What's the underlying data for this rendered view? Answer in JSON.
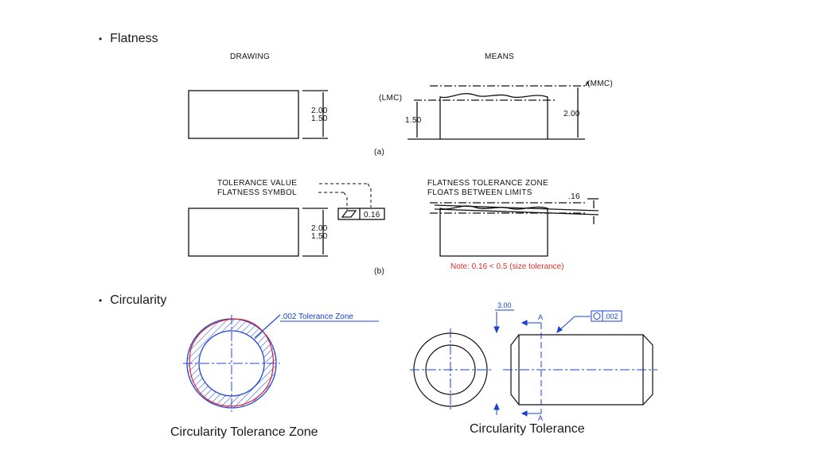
{
  "slide": {
    "bullets": [
      {
        "text": "Flatness"
      },
      {
        "text": "Circularity"
      }
    ],
    "flatness_figure": {
      "drawing_header": "DRAWING",
      "means_header": "MEANS",
      "a": {
        "dim_upper": "2.00",
        "dim_lower": "1.50",
        "mmc_label": "(MMC)",
        "lmc_label": "(LMC)",
        "lmc_value": "1.50",
        "mmc_value": "2.00",
        "part_label": "(a)"
      },
      "b": {
        "tolerance_value_label": "TOLERANCE VALUE",
        "flatness_symbol_label": "FLATNESS SYMBOL",
        "frame_value": "0.16",
        "dim_upper": "2.00",
        "dim_lower": "1.50",
        "zone_line1": "FLATNESS TOLERANCE ZONE",
        "zone_line2": "FLOATS BETWEEN LIMITS",
        "zone_value": ".16",
        "note": "Note: 0.16 < 0.5 (size tolerance)",
        "part_label": "(b)"
      },
      "note_color": "#e0302a"
    },
    "circularity_figure": {
      "zone_label": ".002 Tolerance Zone",
      "dim_value": "3.00",
      "section_top": "A",
      "section_bottom": "A",
      "frame_value": ".002",
      "accent_color": "#1a3fd6"
    },
    "captions": {
      "left": "Circularity Tolerance Zone",
      "right": "Circularity Tolerance"
    }
  }
}
